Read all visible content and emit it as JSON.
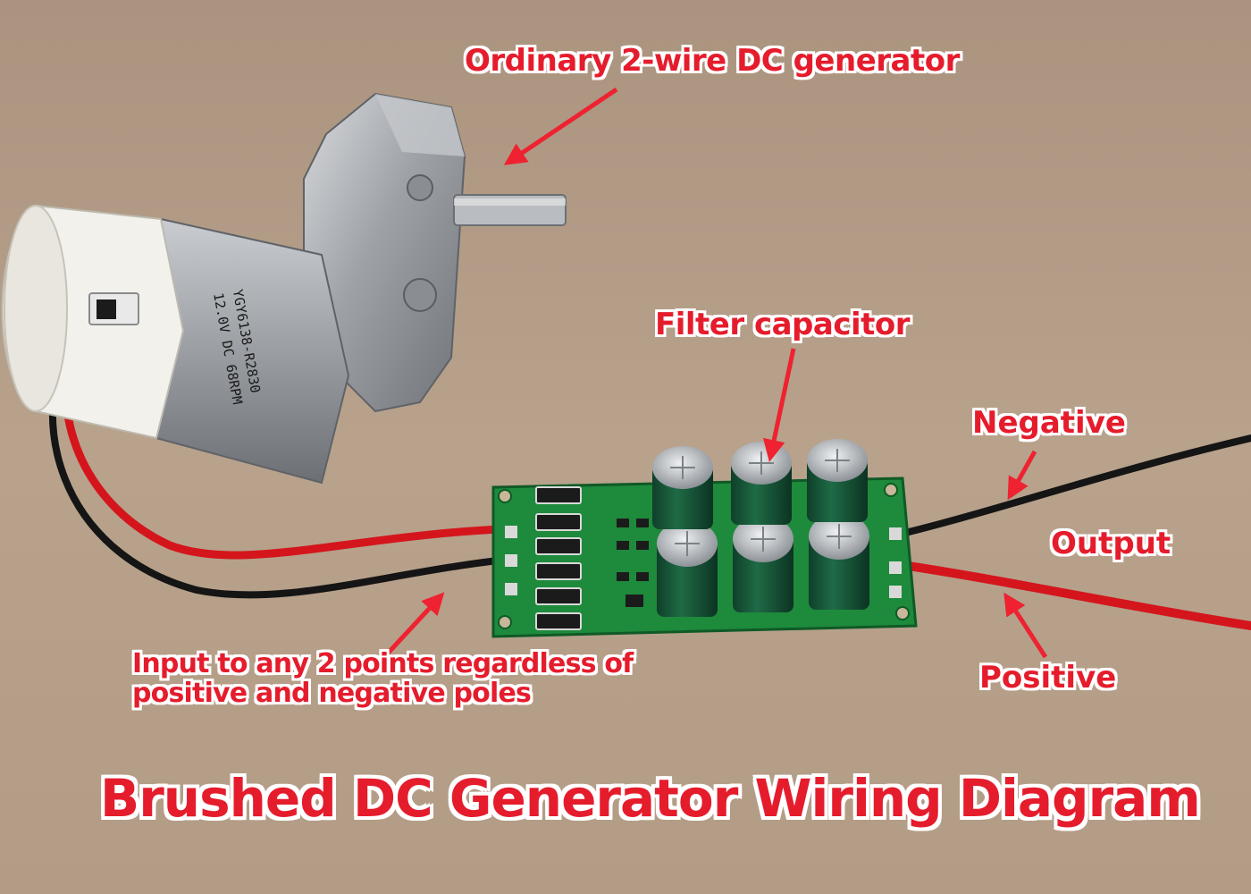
{
  "title": "Brushed DC Generator Wiring Diagram",
  "labels": {
    "generator": "Ordinary 2-wire DC generator",
    "filter_capacitor": "Filter capacitor",
    "negative": "Negative",
    "output": "Output",
    "positive": "Positive",
    "input_line1": "Input to any 2 points regardless of",
    "input_line2": "positive and negative poles"
  },
  "motor_label": {
    "line1": "YGY6138-R2830",
    "line2": "12.0V DC 68RPM"
  },
  "colors": {
    "annotation": "#e51c2c",
    "background": "#b6a08a",
    "pcb": "#1e8a3c",
    "wire_red": "#d4161c",
    "wire_black": "#151515"
  }
}
